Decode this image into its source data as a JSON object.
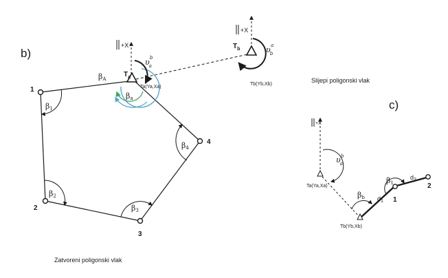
{
  "diagram_b": {
    "section_label": "b)",
    "axis_label_ta": "+X",
    "axis_label_tb": "+X",
    "point_ta": {
      "label": "T",
      "subscript": "a",
      "coords": "Ta(Ya,Xa)"
    },
    "point_tb": {
      "label": "T",
      "subscript": "b",
      "coords": "Tb(Yb,Xb)"
    },
    "direction_angle": {
      "symbol": "υ",
      "sub": "a",
      "sup": "b"
    },
    "reverse_angle": {
      "symbol": "υ",
      "sub": "b",
      "sup": "a"
    },
    "beta_A": {
      "symbol": "β",
      "sub": "A"
    },
    "beta_a": {
      "symbol": "β",
      "sub": "a"
    },
    "vertices": [
      {
        "label": "1",
        "angle_symbol": "β",
        "angle_sub": "1"
      },
      {
        "label": "2",
        "angle_symbol": "β",
        "angle_sub": "2"
      },
      {
        "label": "3",
        "angle_symbol": "β",
        "angle_sub": "3"
      },
      {
        "label": "4",
        "angle_symbol": "β",
        "angle_sub": "4"
      }
    ],
    "caption": "Zatvoreni poligonski vlak"
  },
  "diagram_c": {
    "section_label": "c)",
    "caption": "Slijepi poligonski vlak",
    "axis_label": "+X",
    "direction_angle": {
      "symbol": "υ",
      "sub": "a",
      "sup": "b"
    },
    "point_ta_coords": "Ta(Ya,Xa)",
    "point_tb_coords": "Tb(Yb,Xb)",
    "beta_b": {
      "symbol": "β",
      "sub": "b"
    },
    "beta_1": {
      "symbol": "β",
      "sub": "1"
    },
    "d1": {
      "symbol": "d",
      "sub": "1"
    },
    "d2": {
      "symbol": "d",
      "sub": "2"
    },
    "points": [
      "1",
      "2"
    ]
  },
  "colors": {
    "line": "#1a1a1a",
    "arc_blue": "#4aa3d8",
    "arc_green": "#3aaa5a"
  }
}
